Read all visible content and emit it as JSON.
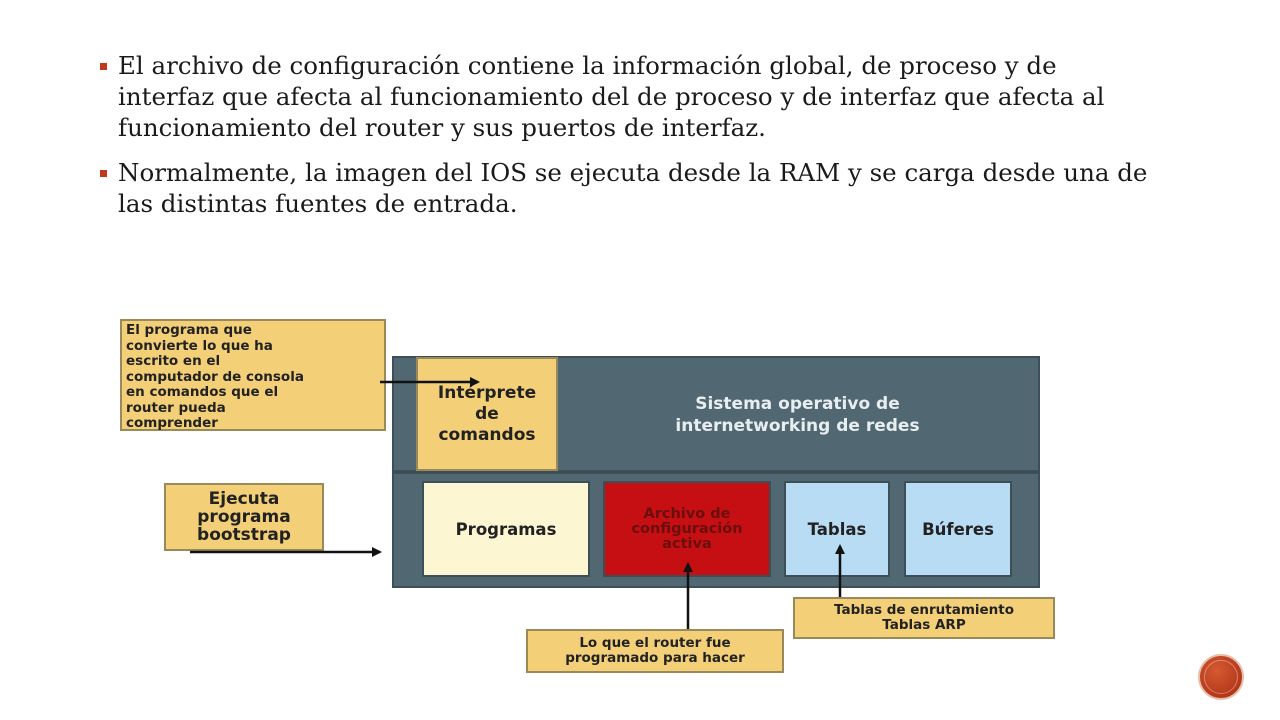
{
  "bullets": [
    "El archivo de configuración contiene la información global, de proceso y de interfaz que afecta al funcionamiento del de proceso y de interfaz que afecta al funcionamiento del router y sus puertos de interfaz.",
    "Normalmente, la imagen del IOS se ejecuta desde la RAM y  se carga desde una de las distintas fuentes de entrada."
  ],
  "diagram": {
    "callout_interpreter": [
      "El programa que",
      "convierte lo que ha",
      "escrito en el",
      "computador de consola",
      "en comandos que el",
      "router pueda",
      "comprender"
    ],
    "callout_bootstrap": [
      "Ejecuta",
      "programa",
      "bootstrap"
    ],
    "interpreter": [
      "Intérprete",
      "de",
      "comandos"
    ],
    "os_title": [
      "Sistema operativo de",
      "internetworking de redes"
    ],
    "modules": {
      "programs": "Programas",
      "config": [
        "Archivo de",
        "configuración",
        "activa"
      ],
      "tables": "Tablas",
      "buffers": "Búferes"
    },
    "callout_tables": [
      "Tablas de enrutamiento",
      "Tablas ARP"
    ],
    "callout_config": [
      "Lo que el router fue",
      "programado para hacer"
    ]
  },
  "colors": {
    "accent": "#c0391b",
    "callout": "#f3cf78",
    "os_frame": "#516872",
    "config": "#c60f12",
    "tables": "#b8dcf4",
    "programs": "#fdf6d3"
  }
}
